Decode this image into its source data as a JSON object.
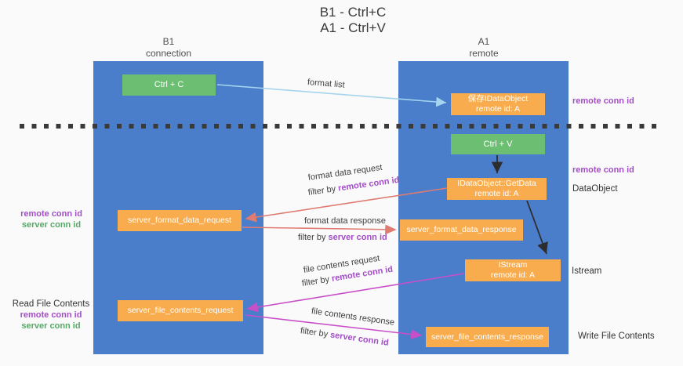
{
  "title": {
    "line1": "B1 - Ctrl+C",
    "line2": "A1 - Ctrl+V"
  },
  "lanes": {
    "b1": {
      "name": "B1",
      "subtitle": "connection"
    },
    "a1": {
      "name": "A1",
      "subtitle": "remote"
    }
  },
  "nodes": {
    "ctrl_c": {
      "label": "Ctrl + C"
    },
    "save_idataobject": {
      "line1": "保存IDataObject",
      "line2": "remote id: A"
    },
    "ctrl_v": {
      "label": "Ctrl + V"
    },
    "getdata": {
      "line1": "IDataObject::GetData",
      "line2": "remote id: A"
    },
    "server_format_data_request": {
      "label": "server_format_data_request"
    },
    "server_format_data_response": {
      "label": "server_format_data_response"
    },
    "istream": {
      "line1": "IStream",
      "line2": "remote id: A"
    },
    "server_file_contents_request": {
      "label": "server_file_contents_request"
    },
    "server_file_contents_response": {
      "label": "server_file_contents_response"
    }
  },
  "edges": {
    "format_list": "format list",
    "format_data_request": "format data request",
    "format_data_response": "format data response",
    "file_contents_request": "file contents request",
    "file_contents_response": "file contents response",
    "filter_by": "filter by",
    "remote_conn_id": "remote conn id",
    "server_conn_id": "server conn id"
  },
  "side_labels": {
    "right_remote_conn_id_top": "remote conn id",
    "right_remote_conn_id_mid": "remote conn id",
    "dataobject": "DataObject",
    "istream": "Istream",
    "write_file_contents": "Write File Contents",
    "left_remote_conn_id_1": "remote conn id",
    "left_server_conn_id_1": "server conn id",
    "read_file_contents": "Read File Contents",
    "left_remote_conn_id_2": "remote conn id",
    "left_server_conn_id_2": "server conn id"
  },
  "colors": {
    "background": "#fafafa",
    "lane_blue": "#4a7dca",
    "node_orange": "#f9ac4d",
    "node_green": "#6cbe72",
    "arrow_light_blue": "#a5d5ee",
    "arrow_red": "#e07b72",
    "arrow_magenta": "#c94fc9",
    "arrow_black": "#2d2d2d",
    "text_purple": "#a44dc8",
    "text_green": "#56a966",
    "dashed_line": "#3a3a3a"
  }
}
